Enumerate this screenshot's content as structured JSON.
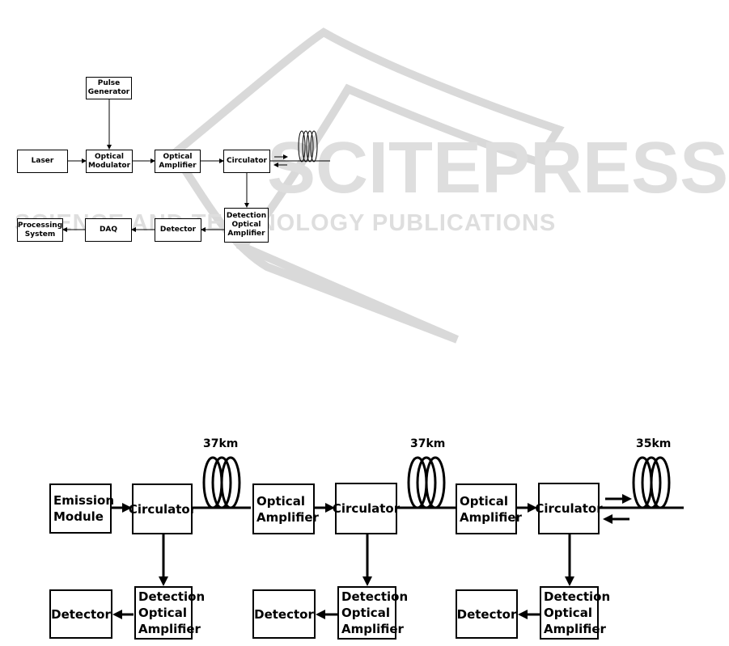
{
  "watermark": {
    "brand": "SCITEPRESS",
    "tagline": "SCIENCE AND TECHNOLOGY PUBLICATIONS",
    "color": "#d9d9d9"
  },
  "diagram1": {
    "nodes": {
      "pulse_generator": "Pulse Generator",
      "laser": "Laser",
      "optical_modulator": "Optical Modulator",
      "optical_amplifier": "Optical Amplifier",
      "circulator": "Circulator",
      "detection_optical_amplifier": "Detection Optical Amplifier",
      "detector": "Detector",
      "daq": "DAQ",
      "processing_system": "Processing System"
    }
  },
  "diagram2": {
    "emission_module": "Emission Module",
    "segments": [
      {
        "distance": "37km",
        "circulator": "Circulator",
        "detection_amplifier": "Detection Optical Amplifier",
        "detector": "Detector"
      },
      {
        "distance": "37km",
        "optical_amplifier": "Optical Amplifier",
        "circulator": "Circulator",
        "detection_amplifier": "Detection Optical Amplifier",
        "detector": "Detector"
      },
      {
        "distance": "35km",
        "optical_amplifier": "Optical Amplifier",
        "circulator": "Circulator",
        "detection_amplifier": "Detection Optical Amplifier",
        "detector": "Detector"
      }
    ]
  }
}
